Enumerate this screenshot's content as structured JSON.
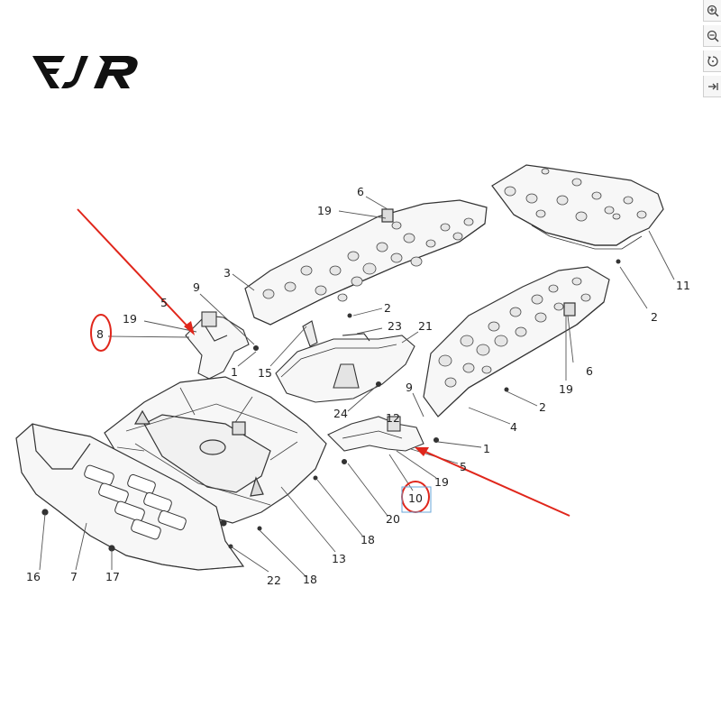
{
  "brand": {
    "logo_text": "FJR"
  },
  "toolbar": {
    "buttons": [
      {
        "name": "zoom-in-button",
        "icon": "zoom-in-icon"
      },
      {
        "name": "zoom-out-button",
        "icon": "zoom-out-icon"
      },
      {
        "name": "rotate-button",
        "icon": "rotate-icon"
      },
      {
        "name": "collapse-panel-button",
        "icon": "arrow-right-bar-icon"
      }
    ]
  },
  "diagram": {
    "labels": {
      "l1a": "1",
      "l1b": "1",
      "l2a": "2",
      "l2b": "2",
      "l2c": "2",
      "l3": "3",
      "l4": "4",
      "l5a": "5",
      "l5b": "5",
      "l6a": "6",
      "l6b": "6",
      "l7": "7",
      "l8": "8",
      "l9a": "9",
      "l9b": "9",
      "l10": "10",
      "l11": "11",
      "l12": "12",
      "l13": "13",
      "l15": "15",
      "l16": "16",
      "l17": "17",
      "l18a": "18",
      "l18b": "18",
      "l19a": "19",
      "l19b": "19",
      "l19c": "19",
      "l19d": "19",
      "l20": "20",
      "l21": "21",
      "l22": "22",
      "l23": "23",
      "l24": "24"
    },
    "highlight_color": "#e0261b",
    "line_color": "#555555",
    "part_fill": "#f7f7f7",
    "part_stroke": "#333333"
  }
}
